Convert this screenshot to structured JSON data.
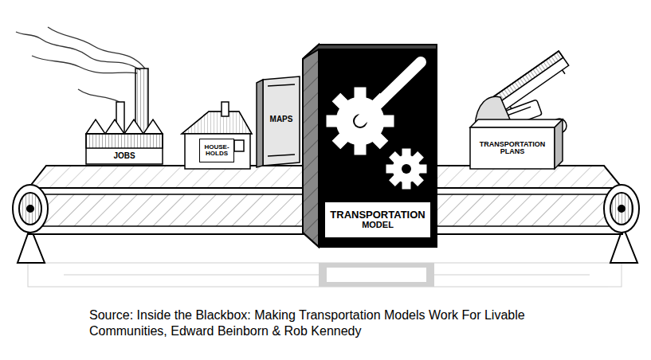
{
  "diagram": {
    "caption": "Source: Inside the Blackbox: Making Transportation Models Work For Livable Communities, Edward Beinborn & Rob Kennedy",
    "nodes": [
      {
        "text": [
          "JOBS"
        ]
      },
      {
        "text": [
          "HOUSE-HOLDS"
        ]
      },
      {
        "text": [
          "MAPS"
        ]
      },
      {
        "text": [
          "TRANSPORTATION",
          "MODEL"
        ]
      },
      {
        "text": [
          "TRANSPORTATION PLANS"
        ]
      }
    ]
  }
}
